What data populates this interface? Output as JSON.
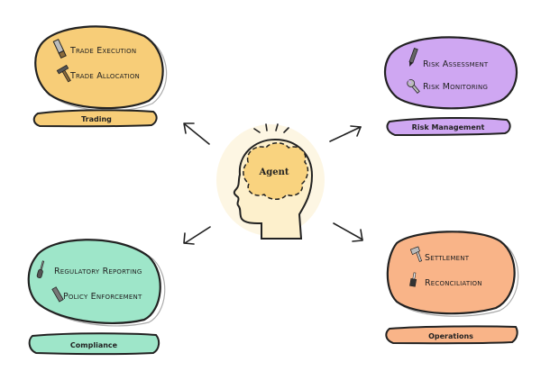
{
  "center": {
    "label": "Agent",
    "fill": "#f9d37f",
    "head_fill": "#fdf0cc"
  },
  "groups": [
    {
      "name": "Trading",
      "color": "#f7cd78",
      "items": [
        {
          "label": "Trade Execution",
          "icon": "saw-icon"
        },
        {
          "label": "Trade Allocation",
          "icon": "hammer-icon"
        }
      ]
    },
    {
      "name": "Risk Management",
      "color": "#cfa7f2",
      "items": [
        {
          "label": "Risk Assessment",
          "icon": "pen-icon"
        },
        {
          "label": "Risk Monitoring",
          "icon": "wrench-icon"
        }
      ]
    },
    {
      "name": "Compliance",
      "color": "#9ee6c9",
      "items": [
        {
          "label": "Regulatory Reporting",
          "icon": "screwdriver-icon"
        },
        {
          "label": "Policy Enforcement",
          "icon": "file-icon"
        }
      ]
    },
    {
      "name": "Operations",
      "color": "#f9b488",
      "items": [
        {
          "label": "Settlement",
          "icon": "axe-icon"
        },
        {
          "label": "Reconciliation",
          "icon": "paintbrush-icon"
        }
      ]
    }
  ]
}
